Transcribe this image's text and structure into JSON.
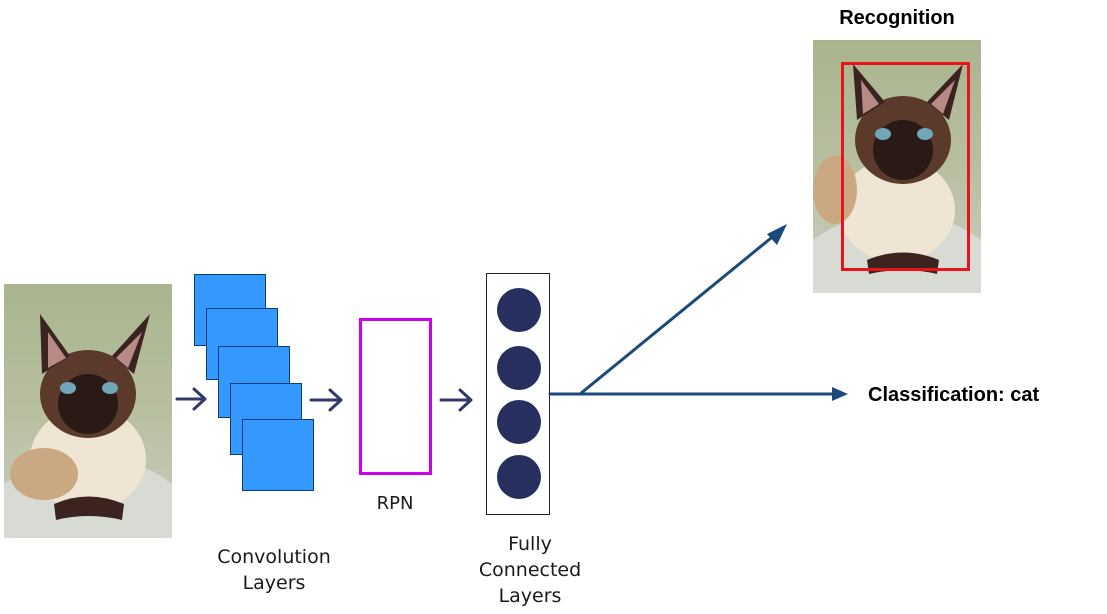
{
  "input_image": {
    "alt": "Siamese cat photo"
  },
  "conv": {
    "label_line1": "Convolution",
    "label_line2": "Layers",
    "square_count": 5,
    "color": "#3399ff"
  },
  "rpn": {
    "label": "RPN",
    "border_color": "#cc00ee"
  },
  "fc": {
    "label_line1": "Fully",
    "label_line2": "Connected",
    "label_line3": "Layers",
    "node_count": 4,
    "node_color": "#272f5f"
  },
  "outputs": {
    "recognition_title": "Recognition",
    "classification_label": "Classification: cat",
    "bbox_color": "#e8141c",
    "arrow_color": "#1b4a7a"
  }
}
